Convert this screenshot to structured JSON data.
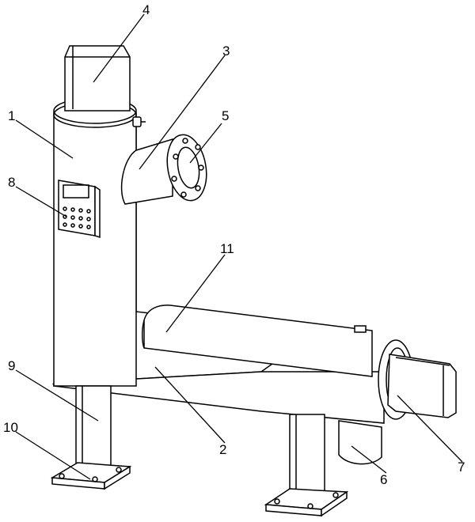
{
  "labels": {
    "l1": "1",
    "l2": "2",
    "l3": "3",
    "l4": "4",
    "l5": "5",
    "l6": "6",
    "l7": "7",
    "l8": "8",
    "l9": "9",
    "l10": "10",
    "l11": "11"
  }
}
